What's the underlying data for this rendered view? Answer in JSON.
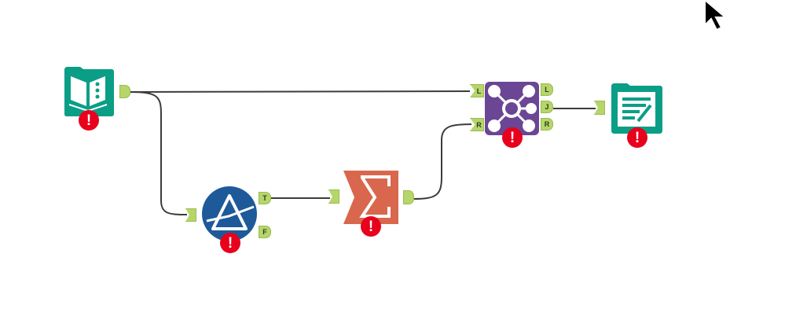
{
  "canvas": {
    "tools": [
      {
        "id": "input-data",
        "icon": "input-data-icon",
        "color": "#0a9e87",
        "status": "error"
      },
      {
        "id": "filter",
        "icon": "filter-icon",
        "color": "#1e5a99",
        "status": "error",
        "outputs": [
          "T",
          "F"
        ]
      },
      {
        "id": "summarize",
        "icon": "summarize-icon",
        "color": "#d9674d",
        "status": "error"
      },
      {
        "id": "join",
        "icon": "join-icon",
        "color": "#6a4694",
        "status": "error",
        "inputs": [
          "L",
          "R"
        ],
        "outputs": [
          "L",
          "J",
          "R"
        ]
      },
      {
        "id": "output-data",
        "icon": "output-data-icon",
        "color": "#0a9e87",
        "status": "error"
      }
    ],
    "error_glyph": "!",
    "anchor_color": "#b6d56a",
    "wire_color": "#3c3c3c"
  }
}
